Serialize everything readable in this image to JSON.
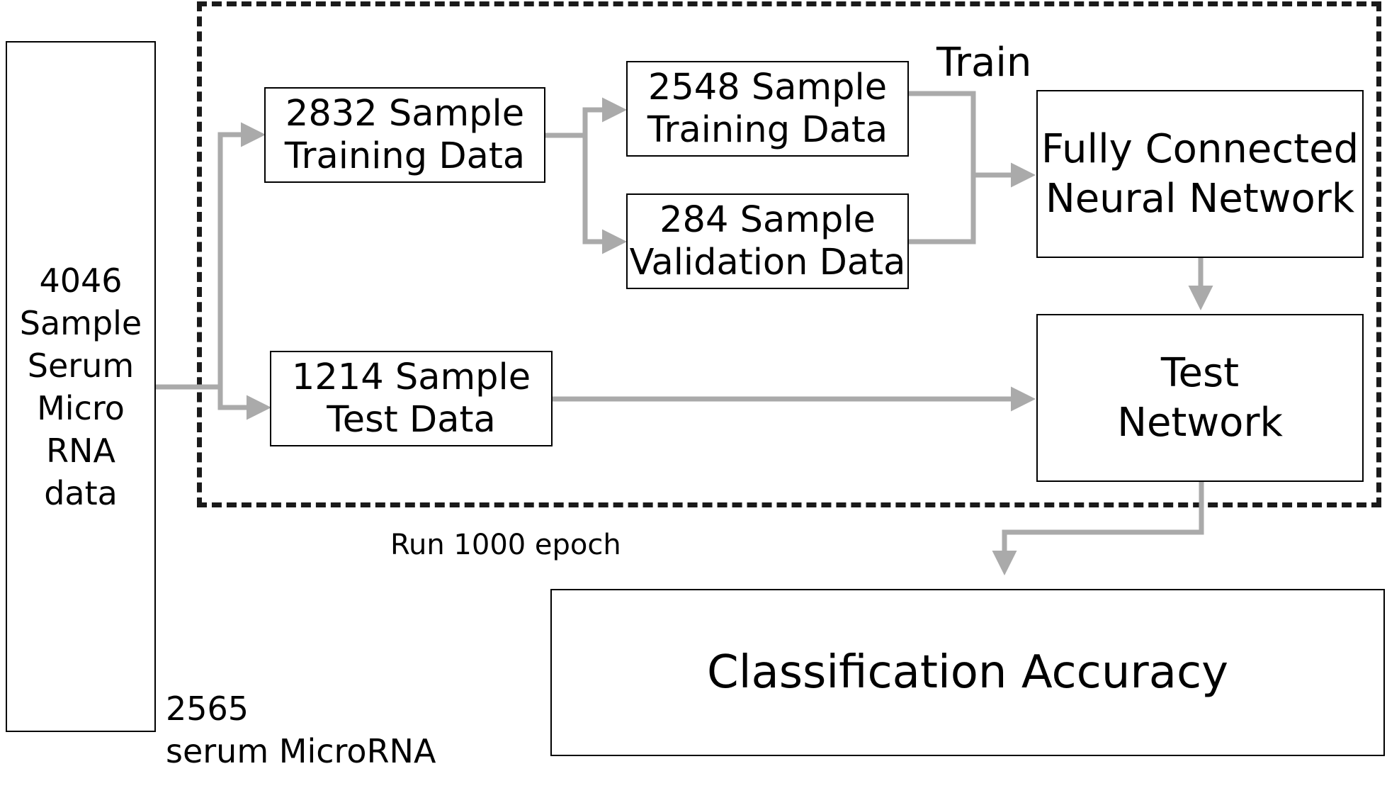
{
  "source": {
    "lines": [
      "4046",
      "Sample",
      "Serum",
      "Micro",
      "RNA",
      "data"
    ]
  },
  "feature_note": {
    "lines": [
      "2565",
      "serum MicroRNA"
    ]
  },
  "split_train": {
    "lines": [
      "2832 Sample",
      "Training Data"
    ]
  },
  "split_test": {
    "lines": [
      "1214 Sample",
      "Test Data"
    ]
  },
  "train_subset": {
    "lines": [
      "2548 Sample",
      "Training Data"
    ]
  },
  "validation_subset": {
    "lines": [
      "284 Sample",
      "Validation Data"
    ]
  },
  "network": {
    "lines": [
      "Fully Connected",
      "Neural Network"
    ]
  },
  "test_network": {
    "lines": [
      "Test",
      "Network"
    ]
  },
  "result": {
    "label": "Classification Accuracy"
  },
  "train_label": "Train",
  "loop_label": "Run 1000 epoch",
  "colors": {
    "arrow": "#aaaaaa",
    "border": "#000000",
    "dashed": "#1a1a1a"
  }
}
